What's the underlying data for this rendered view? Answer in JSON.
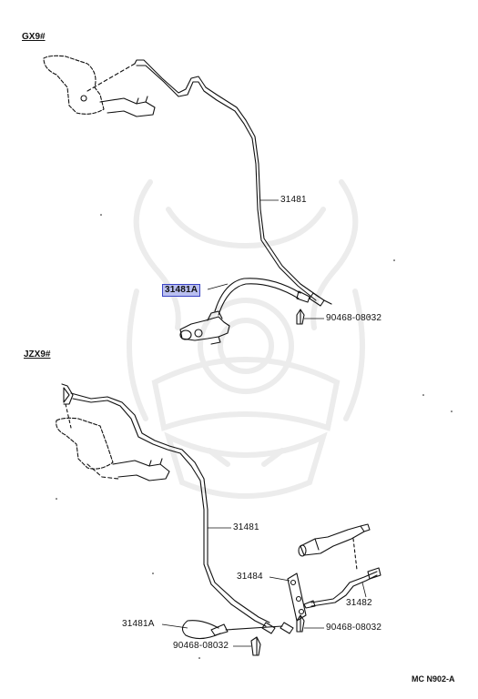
{
  "sections": {
    "upper": {
      "title": "GX9#"
    },
    "lower": {
      "title": "JZX9#"
    }
  },
  "callouts": {
    "upper_tube": "31481",
    "upper_hose_highlighted": "31481A",
    "upper_clip": "90468-08032",
    "lower_tube": "31481",
    "lower_bracket": "31484",
    "lower_hose_right": "31482",
    "lower_hose_left": "31481A",
    "lower_clip_left": "90468-08032",
    "lower_clip_right": "90468-08032"
  },
  "footer": {
    "code": "MC N902-A"
  },
  "colors": {
    "highlight_fill": "#b9bff0",
    "highlight_border": "#3b44c4",
    "line": "#111111",
    "watermark": "#ececec"
  },
  "icons": {
    "watermark": "samurai-helmet-watermark"
  }
}
